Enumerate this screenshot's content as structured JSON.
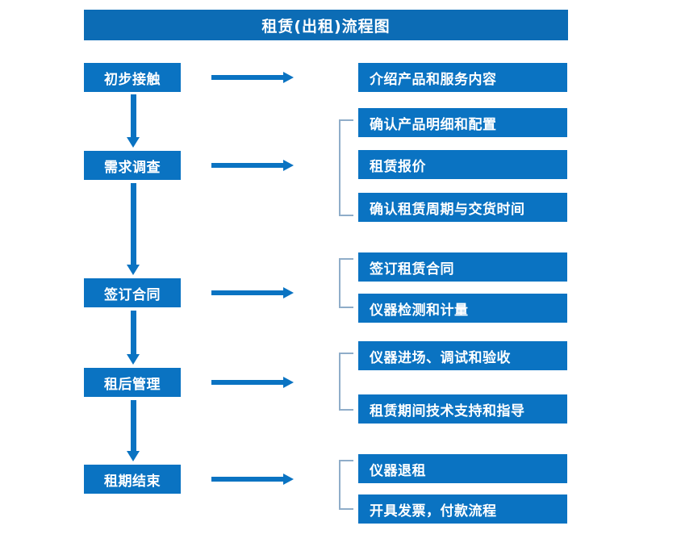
{
  "title": "租赁(出租)流程图",
  "colors": {
    "title_bar": "#0c6cb5",
    "box_blue": "#0a73c2",
    "arrow_blue": "#0a73c2",
    "bracket_gray": "#8fadc9",
    "text_white": "#ffffff",
    "background": "#ffffff"
  },
  "stages": [
    {
      "label": "初步接触"
    },
    {
      "label": "需求调查"
    },
    {
      "label": "签订合同"
    },
    {
      "label": "租后管理"
    },
    {
      "label": "租期结束"
    }
  ],
  "details": [
    {
      "label": "介绍产品和服务内容"
    },
    {
      "label": "确认产品明细和配置"
    },
    {
      "label": "租赁报价"
    },
    {
      "label": "确认租赁周期与交货时间"
    },
    {
      "label": "签订租赁合同"
    },
    {
      "label": "仪器检测和计量"
    },
    {
      "label": "仪器进场、调试和验收"
    },
    {
      "label": "租赁期间技术支持和指导"
    },
    {
      "label": "仪器退租"
    },
    {
      "label": "开具发票，付款流程"
    }
  ],
  "groups": [
    {
      "stage": "初步接触",
      "items": [
        "介绍产品和服务内容"
      ],
      "bracket": false
    },
    {
      "stage": "需求调查",
      "items": [
        "确认产品明细和配置",
        "租赁报价",
        "确认租赁周期与交货时间"
      ],
      "bracket": true
    },
    {
      "stage": "签订合同",
      "items": [
        "签订租赁合同",
        "仪器检测和计量"
      ],
      "bracket": true
    },
    {
      "stage": "租后管理",
      "items": [
        "仪器进场、调试和验收",
        "租赁期间技术支持和指导"
      ],
      "bracket": true
    },
    {
      "stage": "租期结束",
      "items": [
        "仪器退租",
        "开具发票，付款流程"
      ],
      "bracket": true
    }
  ],
  "flow_connections": [
    {
      "from": "初步接触",
      "to": "需求调查",
      "direction": "down"
    },
    {
      "from": "需求调查",
      "to": "签订合同",
      "direction": "down"
    },
    {
      "from": "签订合同",
      "to": "租后管理",
      "direction": "down"
    },
    {
      "from": "租后管理",
      "to": "租期结束",
      "direction": "down"
    }
  ]
}
